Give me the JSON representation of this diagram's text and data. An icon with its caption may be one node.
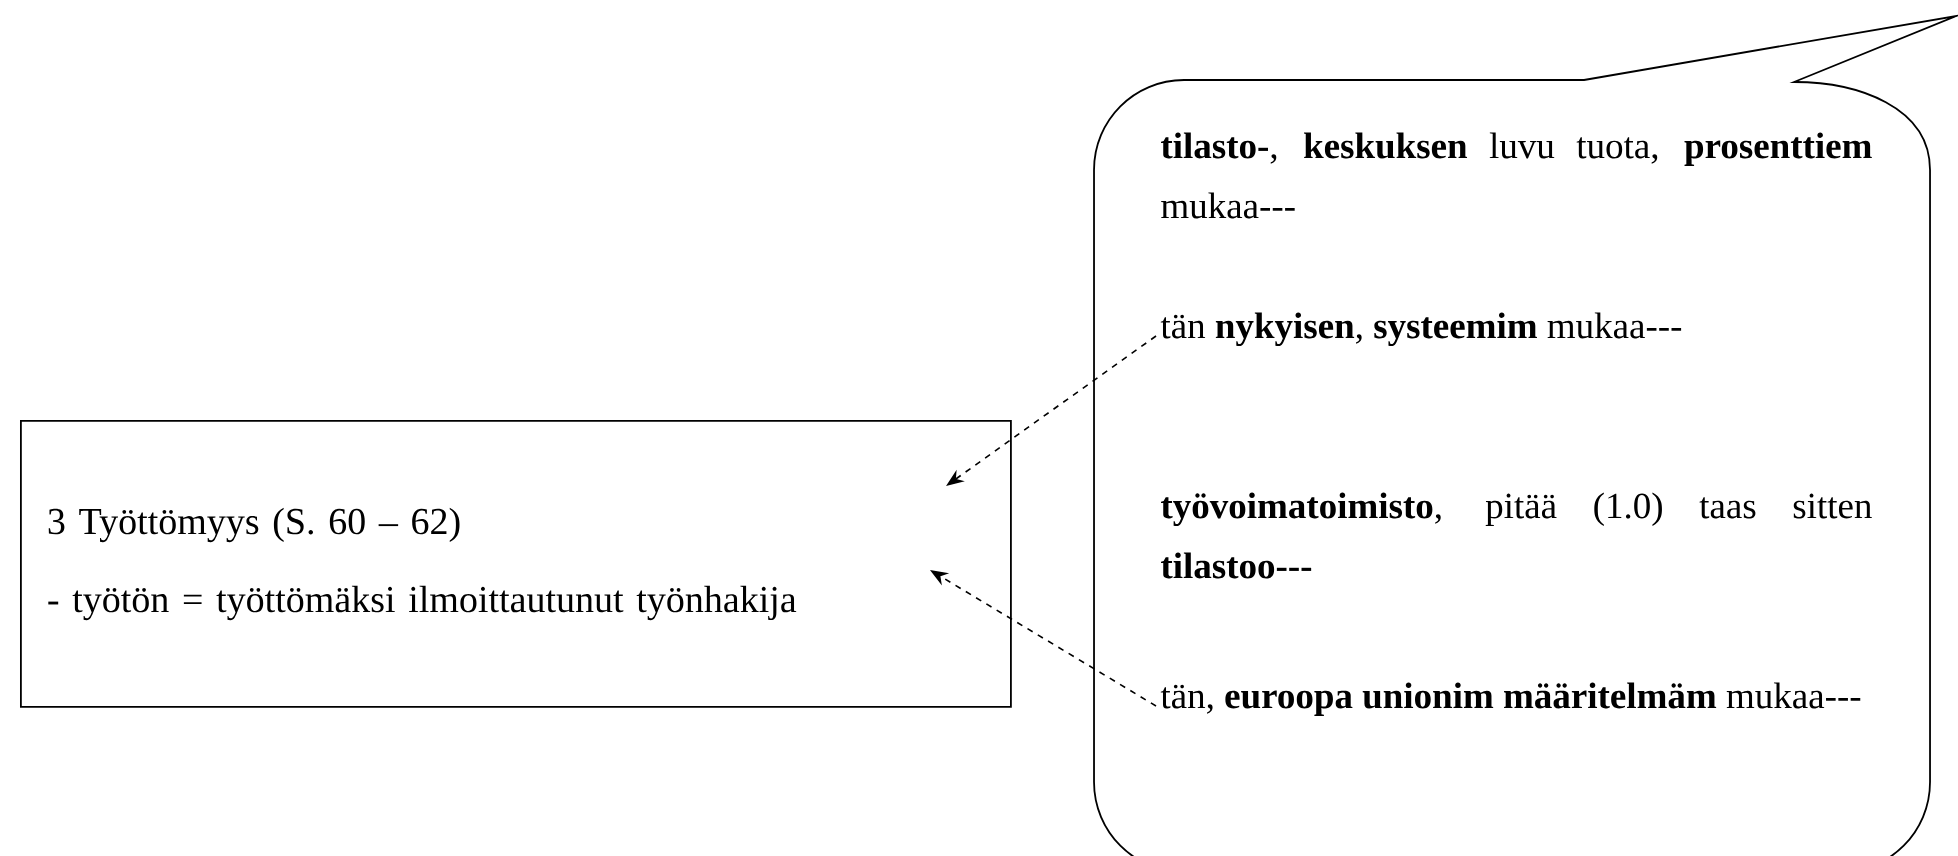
{
  "diagram": {
    "nodes": [
      {
        "text": [
          "3 Työttömyys (S. 60 – 62)",
          "- työtön = työttömäksi ilmoittautunut työnhakija"
        ]
      },
      {
        "text": [
          "**tilasto-**, **keskuksen** luvu tuota, **prosenttiem** mukaa---",
          "tän **nykyisen**, **systeemim** mukaa---",
          "**työvoimatoimisto**, pitää (1.0) taas sitten **tilastoo---**",
          "tän, **euroopa unionim määritelmäm** mukaa---"
        ]
      }
    ],
    "edges": [
      {
        "from": 1,
        "to": 0,
        "arrow": "to",
        "style": "dashed"
      },
      {
        "from": 1,
        "to": 0,
        "arrow": "to",
        "style": "dashed"
      }
    ]
  }
}
